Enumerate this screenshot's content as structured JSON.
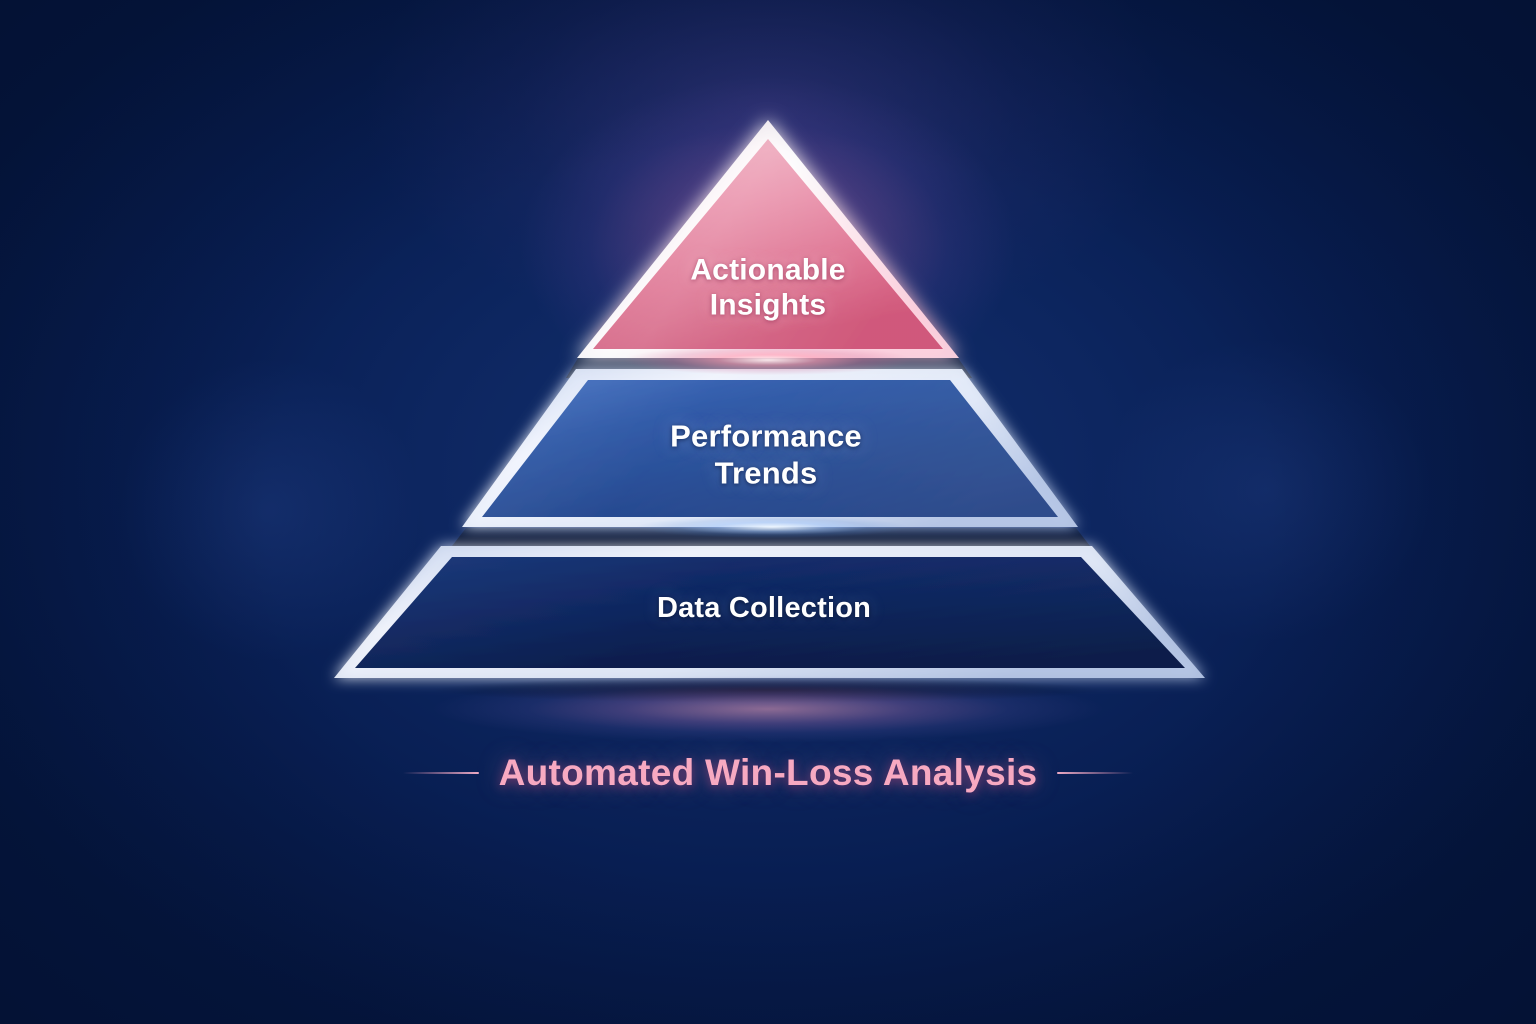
{
  "graphic": {
    "type": "pyramid-diagram",
    "title": "Automated Win-Loss Analysis",
    "background_color": "#061a4e",
    "levels": [
      {
        "id": "top",
        "label": "Actionable\nInsights",
        "shape": "triangle",
        "fill_color": "#e0738f",
        "fill_color_light": "#efa4b8",
        "border_color": "#ffd9e4",
        "text_color": "#ffffff",
        "glow_color": "#ec8caf"
      },
      {
        "id": "middle",
        "label": "Performance\nTrends",
        "shape": "trapezoid",
        "fill_color": "#1e4590",
        "fill_color_light": "#3a66b8",
        "border_color": "#e2e9f7",
        "text_color": "#ffffff",
        "glow_color": "#9cc2ff"
      },
      {
        "id": "base",
        "label": "Data Collection",
        "shape": "trapezoid",
        "fill_color": "#0a2059",
        "fill_color_light": "#153островa",
        "border_color": "#dfe7f6",
        "text_color": "#ffffff",
        "glow_color": "#8fb4ee"
      }
    ],
    "caption": {
      "text": "Automated Win-Loss Analysis",
      "color": "#f7a9c1",
      "rule_left": "decorative-dash-left",
      "rule_right": "decorative-dash-right"
    }
  }
}
